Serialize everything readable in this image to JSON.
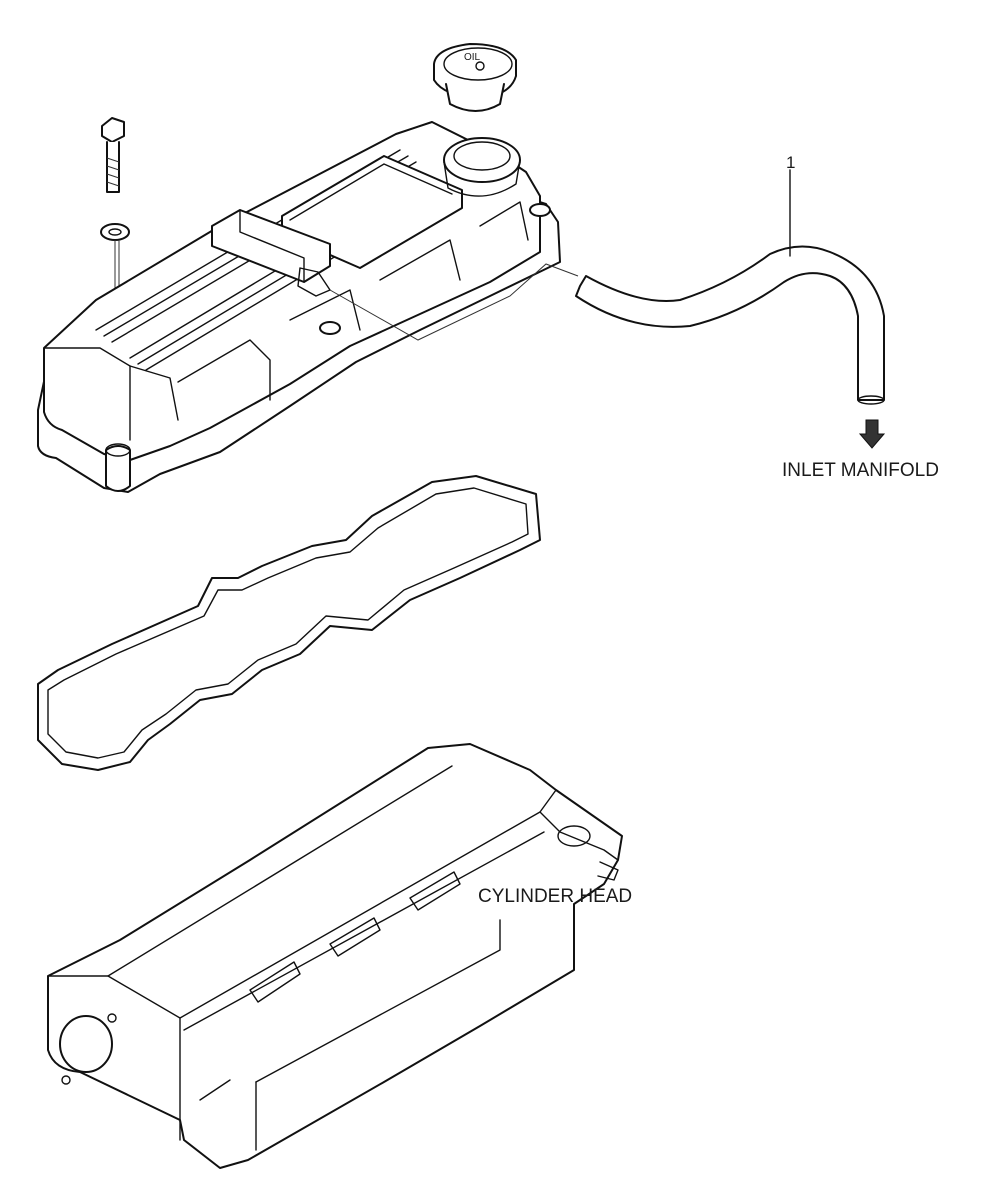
{
  "labels": {
    "callout_1": "1",
    "inlet_manifold": "INLET MANIFOLD",
    "cylinder_head": "CYLINDER HEAD",
    "oil_cap_text": "OIL"
  },
  "icons": {
    "flow_arrow": "down-arrow-icon"
  },
  "colors": {
    "line": "#111111",
    "background": "#ffffff"
  }
}
